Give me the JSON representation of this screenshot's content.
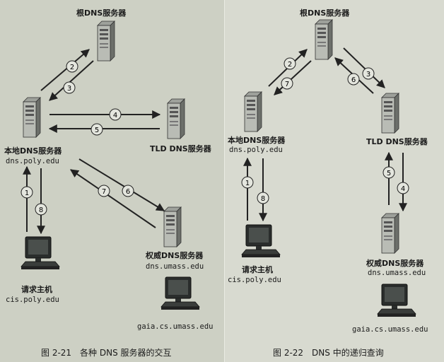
{
  "left": {
    "root_label": "根DNS服务器",
    "local_label": "本地DNS服务器",
    "local_host": "dns.poly.edu",
    "tld_label": "TLD DNS服务器",
    "auth_label": "权威DNS服务器",
    "auth_host": "dns.umass.edu",
    "client_label": "请求主机",
    "client_host": "cis.poly.edu",
    "target_host": "gaia.cs.umass.edu",
    "caption": "图 2-21　各种 DNS 服务器的交互",
    "steps": [
      "1",
      "2",
      "3",
      "4",
      "5",
      "6",
      "7",
      "8"
    ]
  },
  "right": {
    "root_label": "根DNS服务器",
    "local_label": "本地DNS服务器",
    "local_host": "dns.poly.edu",
    "tld_label": "TLD DNS服务器",
    "auth_label": "权威DNS服务器",
    "auth_host": "dns.umass.edu",
    "client_label": "请求主机",
    "client_host": "cis.poly.edu",
    "target_host": "gaia.cs.umass.edu",
    "caption": "图 2-22　DNS 中的递归查询",
    "steps": [
      "1",
      "2",
      "3",
      "4",
      "5",
      "6",
      "7",
      "8"
    ]
  },
  "icons": {
    "server": "server-tower-icon",
    "workstation": "desktop-computer-icon"
  }
}
